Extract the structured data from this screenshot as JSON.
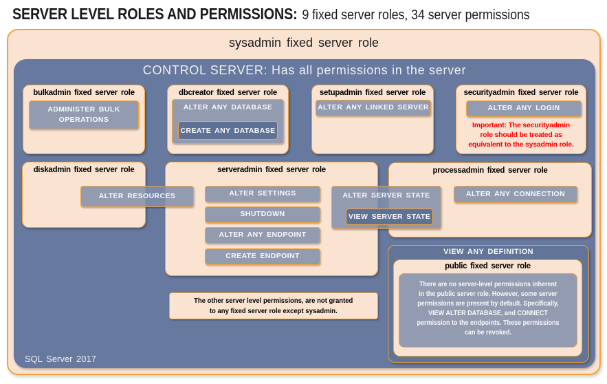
{
  "title": {
    "bold": "SERVER LEVEL ROLES AND PERMISSIONS:",
    "rest": "9 fixed server roles, 34 server permissions"
  },
  "sysadmin": {
    "label": "sysadmin fixed server role"
  },
  "control_server": {
    "heading": "CONTROL SERVER: Has all permissions in the server",
    "footer": "SQL Server 2017"
  },
  "roles": {
    "bulkadmin": {
      "label": "bulkadmin fixed server role",
      "perm_lines": [
        "ADMINISTER BULK",
        "OPERATIONS"
      ]
    },
    "dbcreator": {
      "label": "dbcreator fixed server role",
      "perm_outer": "ALTER ANY DATABASE",
      "perm_nested": "CREATE ANY DATABASE"
    },
    "setupadmin": {
      "label": "setupadmin fixed server role",
      "perm": "ALTER ANY LINKED SERVER"
    },
    "securityadmin": {
      "label": "securityadmin fixed server role",
      "perm": "ALTER ANY LOGIN",
      "warning_lines": [
        "Important: The securityadmin",
        "role should be treated as",
        "equivalent to the sysadmin role."
      ]
    },
    "diskadmin": {
      "label": "diskadmin fixed server role",
      "perm": "ALTER RESOURCES"
    },
    "serveradmin": {
      "label": "serveradmin fixed server role",
      "perms": [
        "ALTER SETTINGS",
        "SHUTDOWN",
        "ALTER ANY ENDPOINT",
        "CREATE ENDPOINT"
      ],
      "state_outer": "ALTER SERVER STATE",
      "state_nested": "VIEW SERVER STATE"
    },
    "processadmin": {
      "label": "processadmin fixed server role",
      "perm": "ALTER ANY CONNECTION"
    },
    "public": {
      "view_any_definition": "VIEW ANY DEFINITION",
      "label": "public fixed server role",
      "note_lines": [
        "There are no server-level permissions inherent",
        "in the public server role. However, some server",
        "permissions are present by default. Specifically,",
        "VIEW ALTER DATABASE, and CONNECT",
        "permission to the endpoints. These permissions",
        "can be revoked."
      ]
    }
  },
  "other_note_lines": [
    "The other server level permissions, are not granted",
    "to any fixed server role except sysadmin."
  ],
  "colors": {
    "peach": "#FBE3D2",
    "slate_bg": "#67799E",
    "perm_fill": "#808EAA",
    "nested_fill": "#5F7296",
    "definition_bg": "#627498",
    "accent_orange": "#F2A43C",
    "warning_red": "#FF0000"
  }
}
